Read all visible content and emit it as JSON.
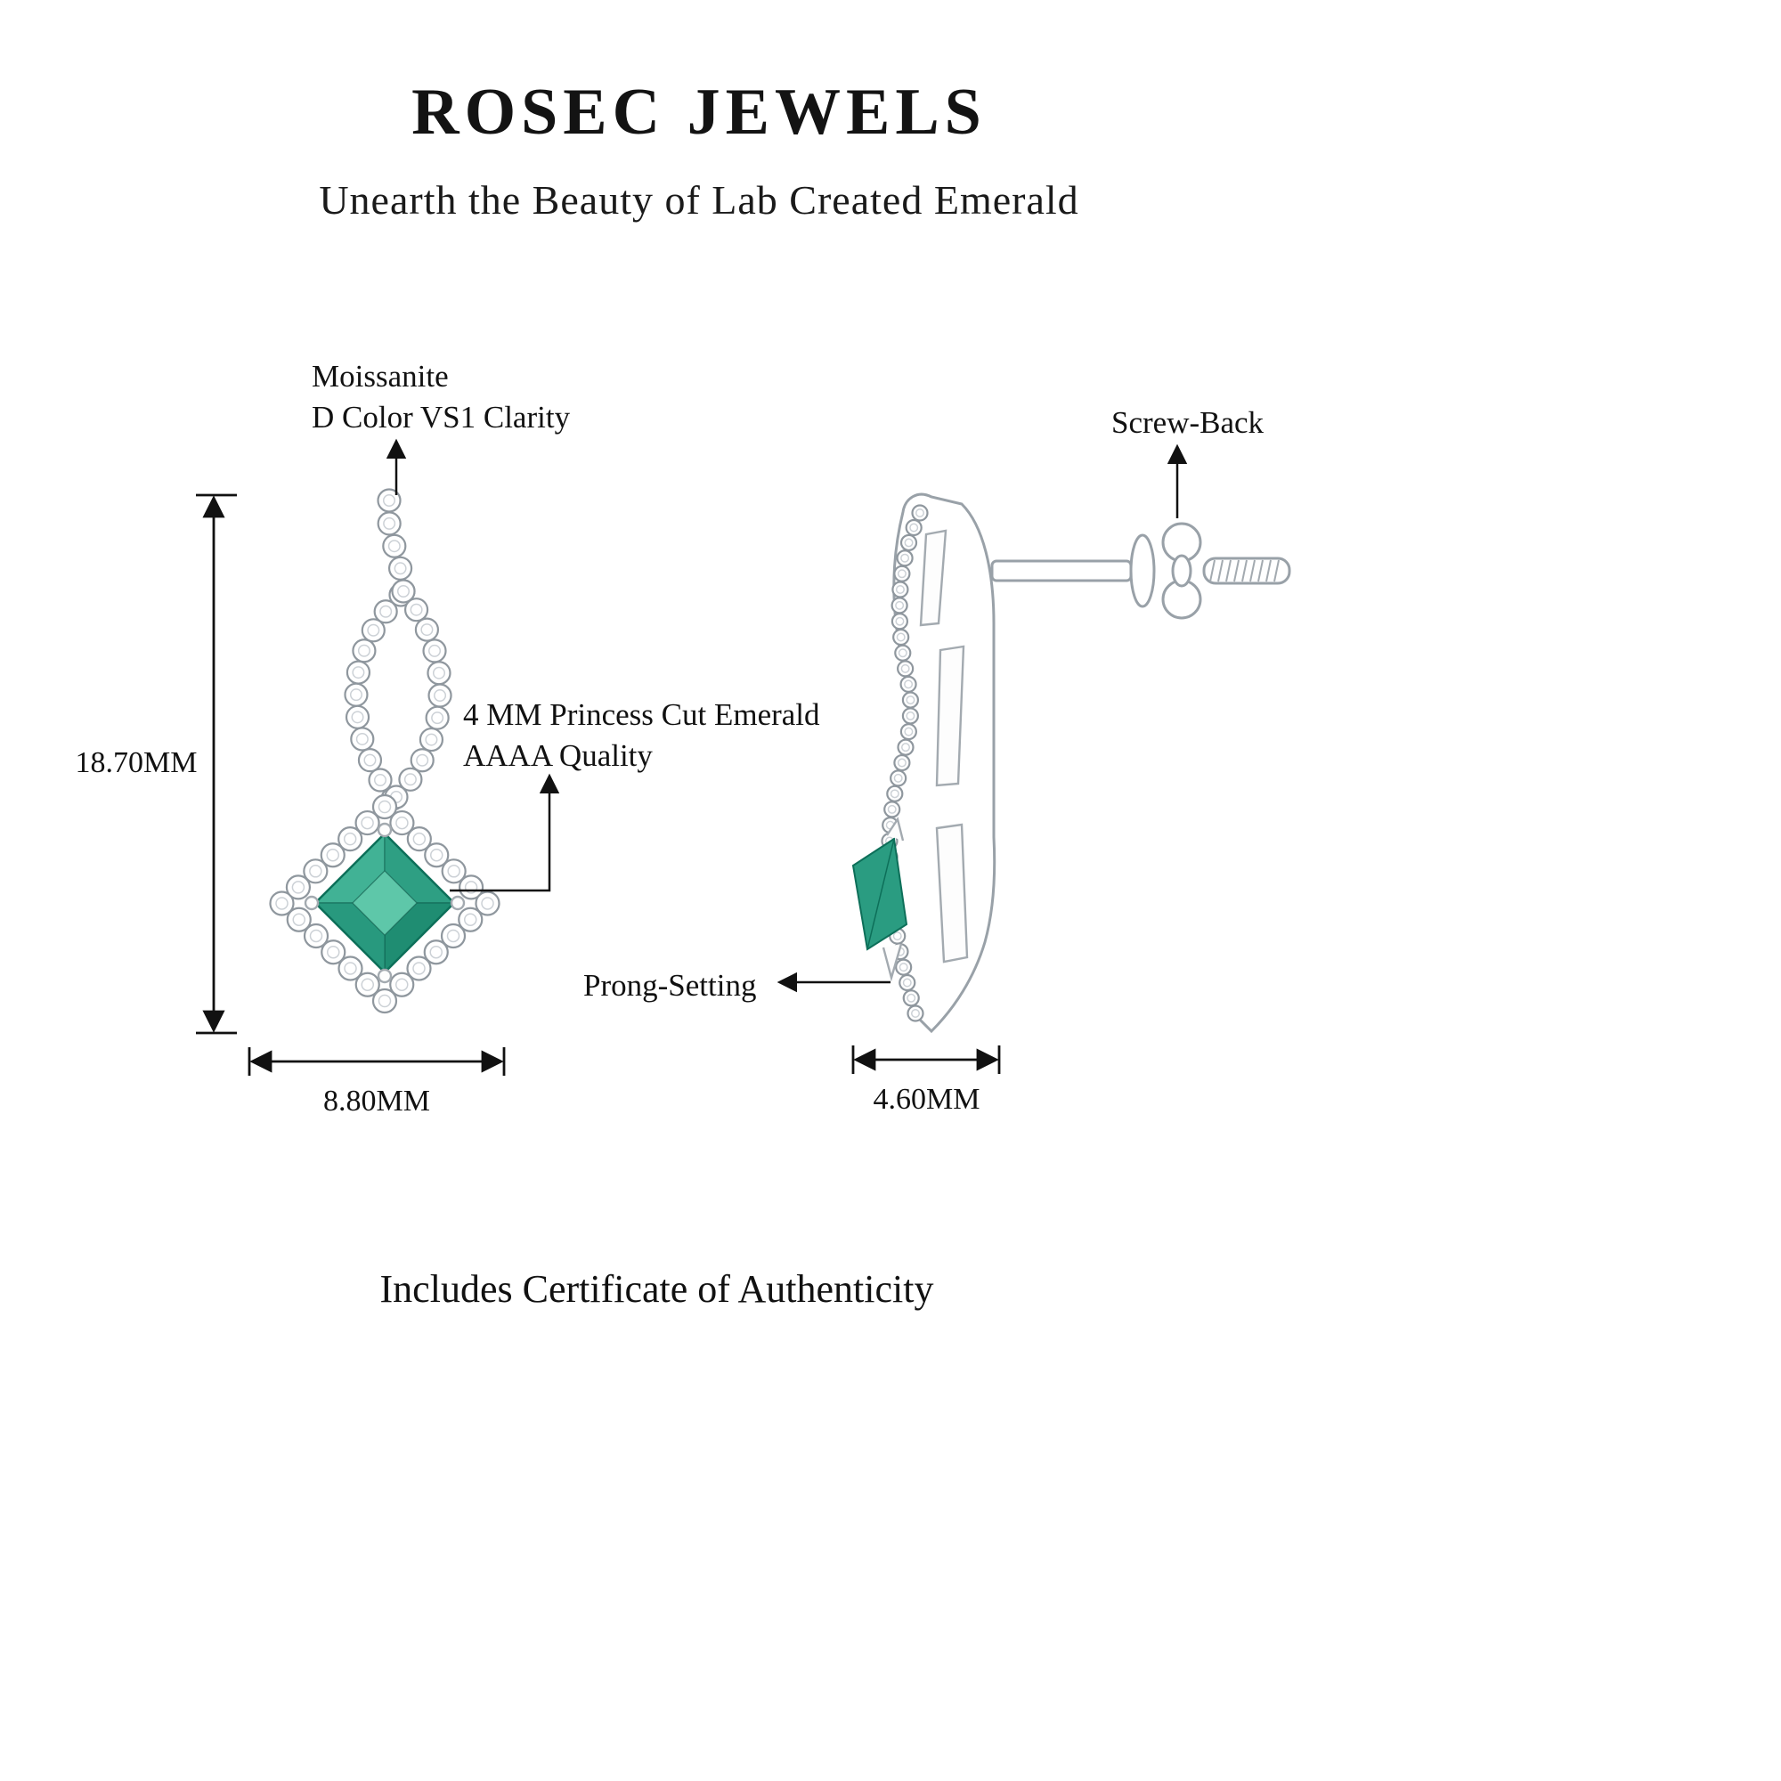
{
  "brand": {
    "title": "ROSEC JEWELS",
    "subtitle": "Unearth the Beauty of Lab Created Emerald"
  },
  "annotations": {
    "stone_accent": {
      "line1": "Moissanite",
      "line2": "D Color VS1 Clarity"
    },
    "center_stone": {
      "line1": "4 MM Princess Cut Emerald",
      "line2": "AAAA Quality"
    },
    "screw_back": {
      "label": "Screw-Back"
    },
    "prong_setting": {
      "label": "Prong-Setting"
    }
  },
  "dimensions": {
    "height": "18.70MM",
    "width": "8.80MM",
    "depth": "4.60MM"
  },
  "footer": "Includes Certificate of Authenticity",
  "colors": {
    "emerald": "#2a9c81",
    "emerald_dark": "#0d6f59",
    "metal": "#99a1a8",
    "ink": "#111111"
  }
}
